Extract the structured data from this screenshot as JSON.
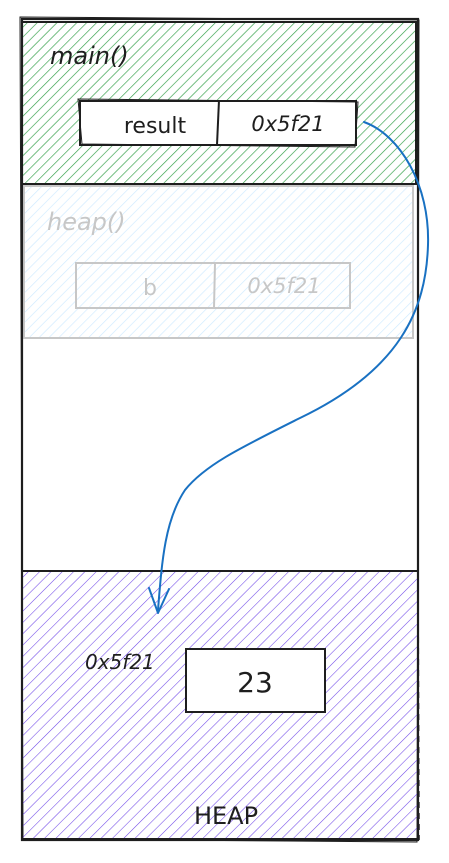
{
  "frames": {
    "main": {
      "label": "main()",
      "fill": "#2f9e44",
      "variable": {
        "name": "result",
        "value": "0x5f21"
      }
    },
    "heap_call": {
      "label": "heap()",
      "fill": "#a5d8ff",
      "faded": true,
      "variable": {
        "name": "b",
        "value": "0x5f21"
      }
    }
  },
  "heap": {
    "label": "HEAP",
    "fill": "#7048e8",
    "address": "0x5f21",
    "value": "23"
  },
  "pointer": {
    "from": "result",
    "to": "heap value",
    "color": "#1971c2"
  },
  "colors": {
    "stroke": "#1e1e1e",
    "faded_stroke": "#9a9a9a"
  }
}
